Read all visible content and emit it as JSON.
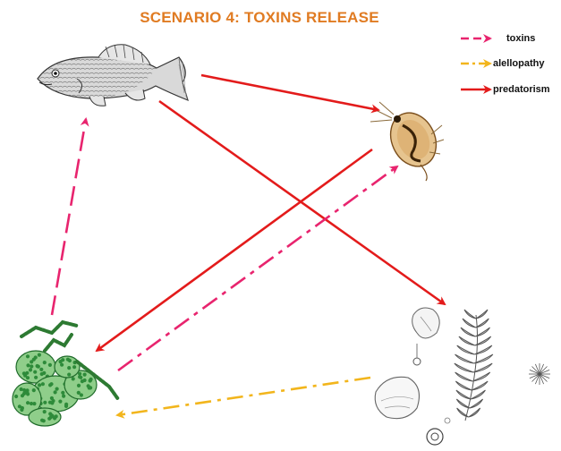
{
  "title": "SCENARIO 4: TOXINS RELEASE",
  "legend": [
    {
      "label": "toxins",
      "color": "#e8246e"
    },
    {
      "label": "alellopathy",
      "color": "#f2b51c"
    },
    {
      "label": "predatorism",
      "color": "#e31b1b"
    }
  ],
  "nodes": {
    "fish": "fish-illustration",
    "zooplankton": "daphnia-illustration",
    "cyanobacteria": "cyanobacteria-colonies-illustration",
    "plants": "aquatic-plants-illustration"
  }
}
